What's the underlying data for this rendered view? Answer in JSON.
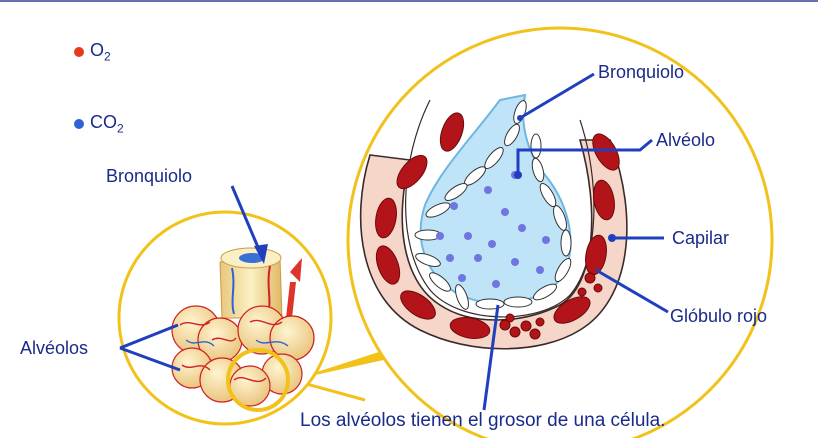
{
  "legend": {
    "o2": {
      "symbol": "O",
      "sub": "2",
      "color": "#e53a1e"
    },
    "co2": {
      "symbol": "CO",
      "sub": "2",
      "color": "#2f63d1"
    }
  },
  "labels": {
    "bronquiolo_left": "Bronquiolo",
    "alveolos_left": "Alvéolos",
    "bronquiolo_right": "Bronquiolo",
    "alveolo": "Alvéolo",
    "capilar": "Capilar",
    "globulo_rojo": "Glóbulo rojo",
    "caption": "Los alvéolos tienen el grosor de una célula."
  },
  "colors": {
    "accent_yellow": "#f2c21a",
    "label_blue": "#1a2a8a",
    "pointer_blue": "#1f3fbf",
    "tissue_pink": "#f6d6c8",
    "blood_red": "#b3141a",
    "air_blue": "#bfe3f7"
  }
}
